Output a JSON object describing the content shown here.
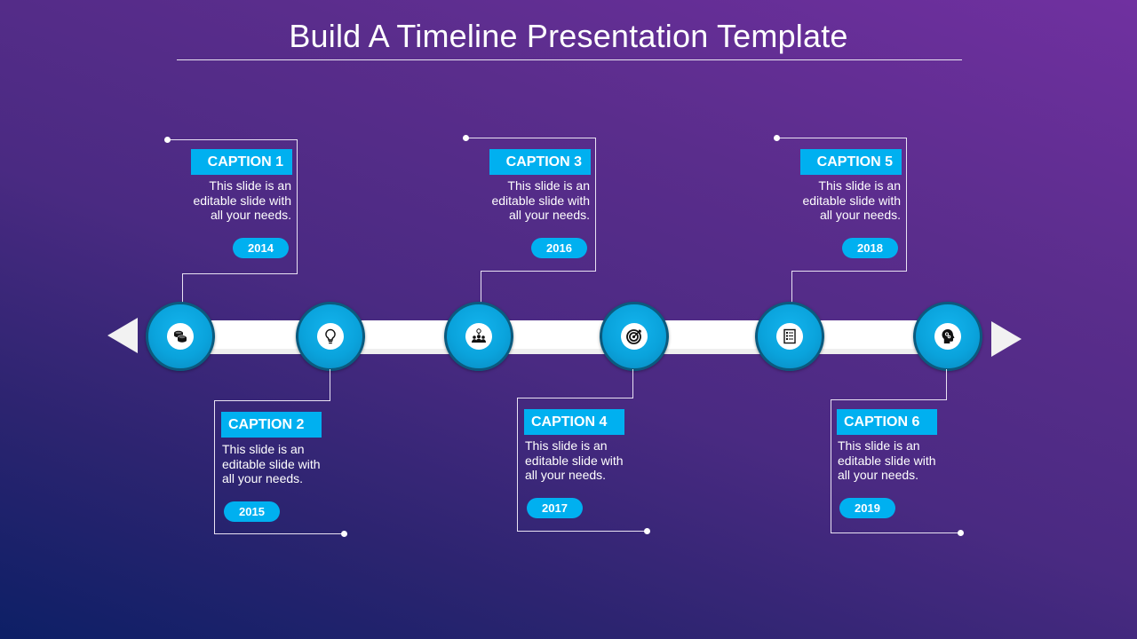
{
  "slide": {
    "title": "Build A Timeline Presentation Template",
    "colors": {
      "accent": "#00b0f0",
      "node_border": "#0b5a7e",
      "bg_top_right": "#7030a0",
      "bg_bottom_left": "#0d1f66",
      "bar": "#ffffff"
    }
  },
  "milestones": [
    {
      "caption": "CAPTION 1",
      "description": "This slide is an editable slide with all your needs.",
      "year": "2014",
      "icon": "coins-icon",
      "position": "above"
    },
    {
      "caption": "CAPTION 2",
      "description": "This slide is an editable slide with all your needs.",
      "year": "2015",
      "icon": "lightbulb-icon",
      "position": "below"
    },
    {
      "caption": "CAPTION 3",
      "description": "This slide is an editable slide with all your needs.",
      "year": "2016",
      "icon": "team-idea-icon",
      "position": "above"
    },
    {
      "caption": "CAPTION 4",
      "description": "This slide is an editable slide with all your needs.",
      "year": "2017",
      "icon": "target-icon",
      "position": "below"
    },
    {
      "caption": "CAPTION 5",
      "description": "This slide is an editable slide with all your needs.",
      "year": "2018",
      "icon": "checklist-icon",
      "position": "above"
    },
    {
      "caption": "CAPTION 6",
      "description": "This slide is an editable slide with all your needs.",
      "year": "2019",
      "icon": "head-gears-icon",
      "position": "below"
    }
  ]
}
